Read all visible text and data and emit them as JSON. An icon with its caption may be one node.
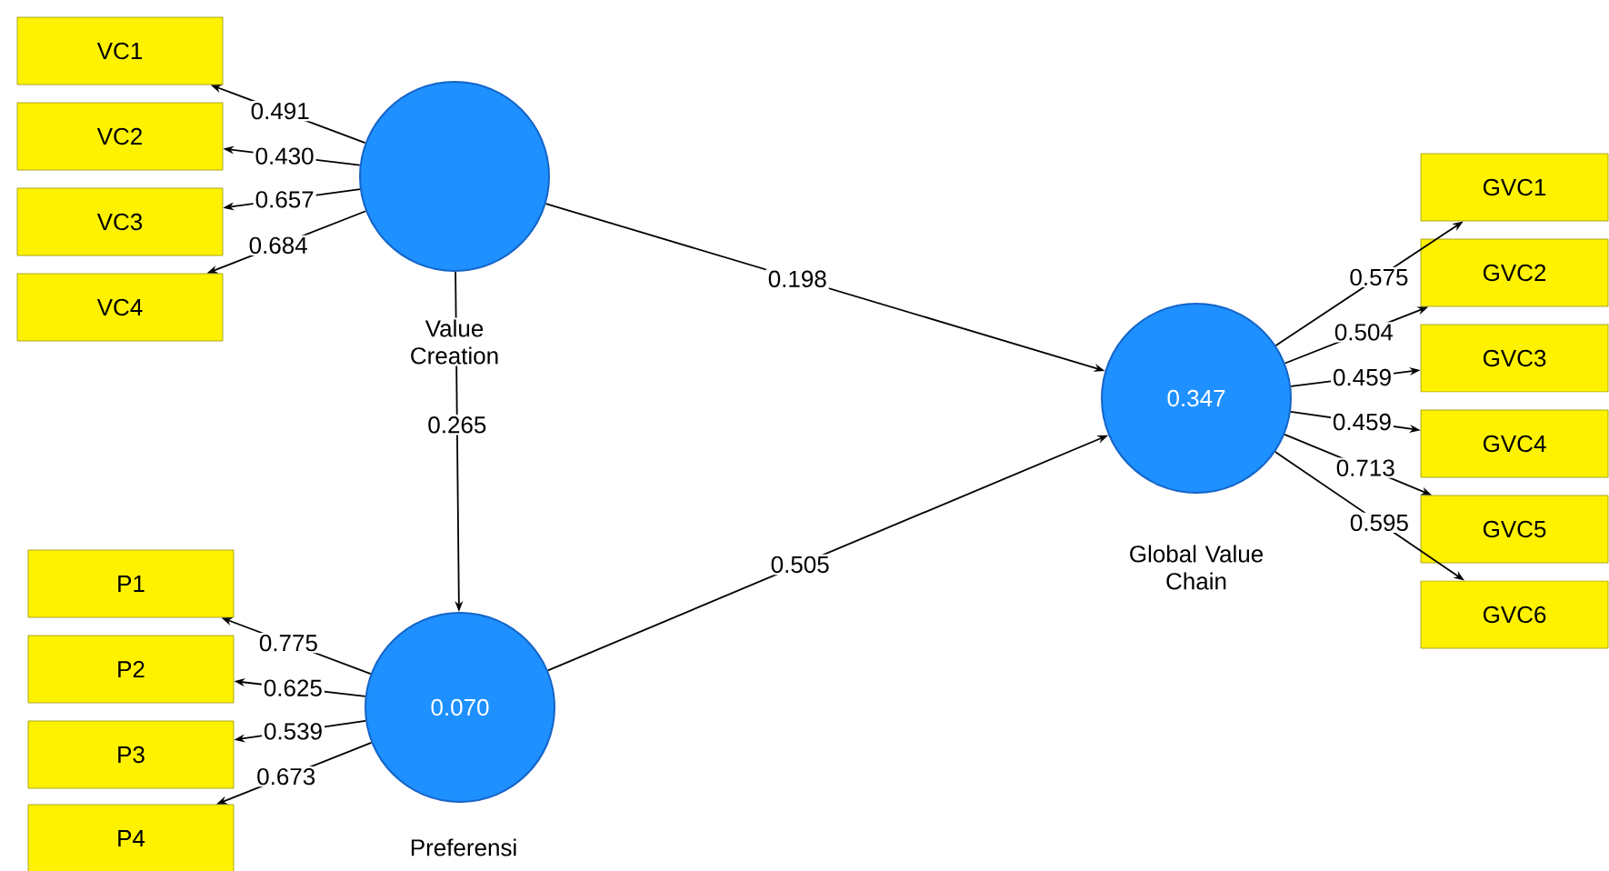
{
  "diagram": {
    "nodes": [
      {
        "text": [],
        "shape": "circle",
        "beside": [
          "Value Creation"
        ]
      },
      {
        "text": [
          "VC1"
        ]
      },
      {
        "text": [
          "VC2"
        ]
      },
      {
        "text": [
          "VC3"
        ]
      },
      {
        "text": [
          "VC4"
        ]
      },
      {
        "text": [
          "0.347"
        ],
        "beside": [
          "Global Value Chain"
        ]
      },
      {
        "text": [
          "GVC1"
        ]
      },
      {
        "text": [
          "GVC2"
        ]
      },
      {
        "text": [
          "GVC3"
        ]
      },
      {
        "text": [
          "GVC4"
        ]
      },
      {
        "text": [
          "GVC5"
        ]
      },
      {
        "text": [
          "GVC6"
        ]
      },
      {
        "text": [
          "0.070"
        ],
        "beside": [
          "Preferensi"
        ]
      },
      {
        "text": [
          "P1"
        ]
      },
      {
        "text": [
          "P2"
        ]
      },
      {
        "text": [
          "P3"
        ]
      },
      {
        "text": [
          "P4"
        ]
      }
    ],
    "edges": [
      {
        "from": 0,
        "to": 1,
        "arrow": "to",
        "label": "0.491"
      },
      {
        "from": 0,
        "to": 2,
        "arrow": "to",
        "label": "0.430"
      },
      {
        "from": 0,
        "to": 3,
        "arrow": "to",
        "label": "0.657"
      },
      {
        "from": 0,
        "to": 4,
        "arrow": "to",
        "label": "0.684"
      },
      {
        "from": 0,
        "to": 5,
        "arrow": "to",
        "label": "0.198"
      },
      {
        "from": 0,
        "to": 12,
        "arrow": "to",
        "label": "0.265"
      },
      {
        "from": 12,
        "to": 5,
        "arrow": "to",
        "label": "0.505"
      },
      {
        "from": 5,
        "to": 6,
        "arrow": "to",
        "label": "0.575"
      },
      {
        "from": 5,
        "to": 7,
        "arrow": "to",
        "label": "0.504"
      },
      {
        "from": 5,
        "to": 8,
        "arrow": "to",
        "label": "0.459"
      },
      {
        "from": 5,
        "to": 9,
        "arrow": "to",
        "label": "0.459"
      },
      {
        "from": 5,
        "to": 10,
        "arrow": "to",
        "label": "0.713"
      },
      {
        "from": 5,
        "to": 11,
        "arrow": "to",
        "label": "0.595"
      },
      {
        "from": 12,
        "to": 13,
        "arrow": "to",
        "label": "0.775"
      },
      {
        "from": 12,
        "to": 14,
        "arrow": "to",
        "label": "0.625"
      },
      {
        "from": 12,
        "to": 15,
        "arrow": "to",
        "label": "0.539"
      },
      {
        "from": 12,
        "to": 16,
        "arrow": "to",
        "label": "0.673"
      }
    ]
  }
}
